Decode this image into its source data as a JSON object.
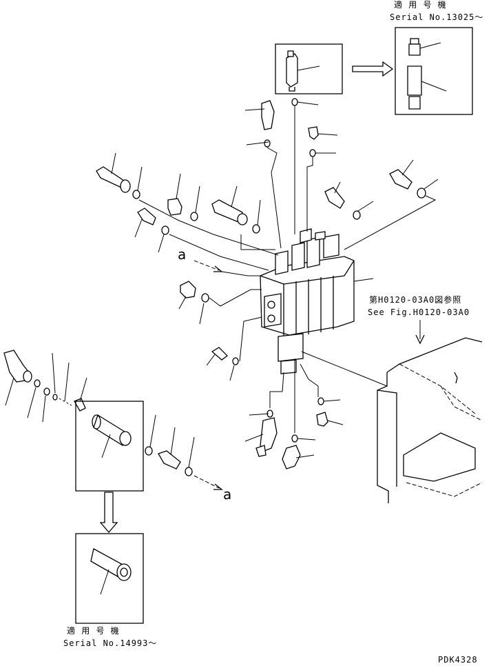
{
  "labels": {
    "top_serial_jp": "適 用 号 機",
    "top_serial": "Serial No.13025～",
    "see_fig_jp": "第H0120-03A0図参照",
    "see_fig": "See Fig.H0120-03A0",
    "bottom_serial_jp": "適 用 号 機",
    "bottom_serial": "Serial No.14993～",
    "ref_a_upper": "a",
    "ref_a_lower": "a",
    "drawing_id": "PDK4328"
  }
}
